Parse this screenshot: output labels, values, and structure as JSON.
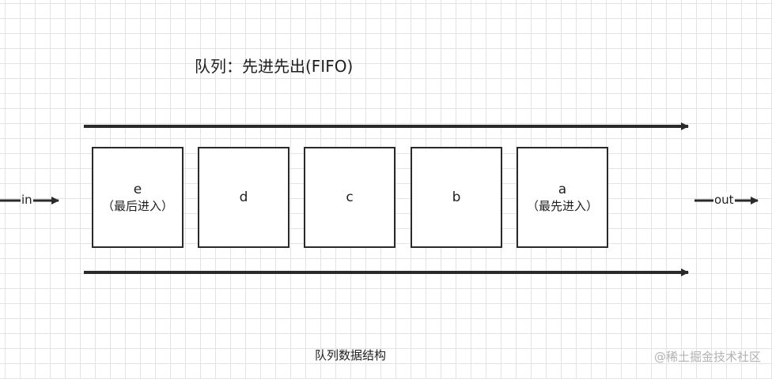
{
  "diagram": {
    "title": "队列：先进先出(FIFO)",
    "caption": "队列数据结构",
    "input_label": "in",
    "output_label": "out",
    "watermark": "@稀土掘金技术社区",
    "nodes": [
      {
        "letter": "e",
        "note": "（最后进入）"
      },
      {
        "letter": "d",
        "note": ""
      },
      {
        "letter": "c",
        "note": ""
      },
      {
        "letter": "b",
        "note": ""
      },
      {
        "letter": "a",
        "note": "（最先进入）"
      }
    ],
    "colors": {
      "line": "#2a2a2a",
      "grid": "#e3e3e3",
      "watermark": "#b2b2b2"
    }
  }
}
